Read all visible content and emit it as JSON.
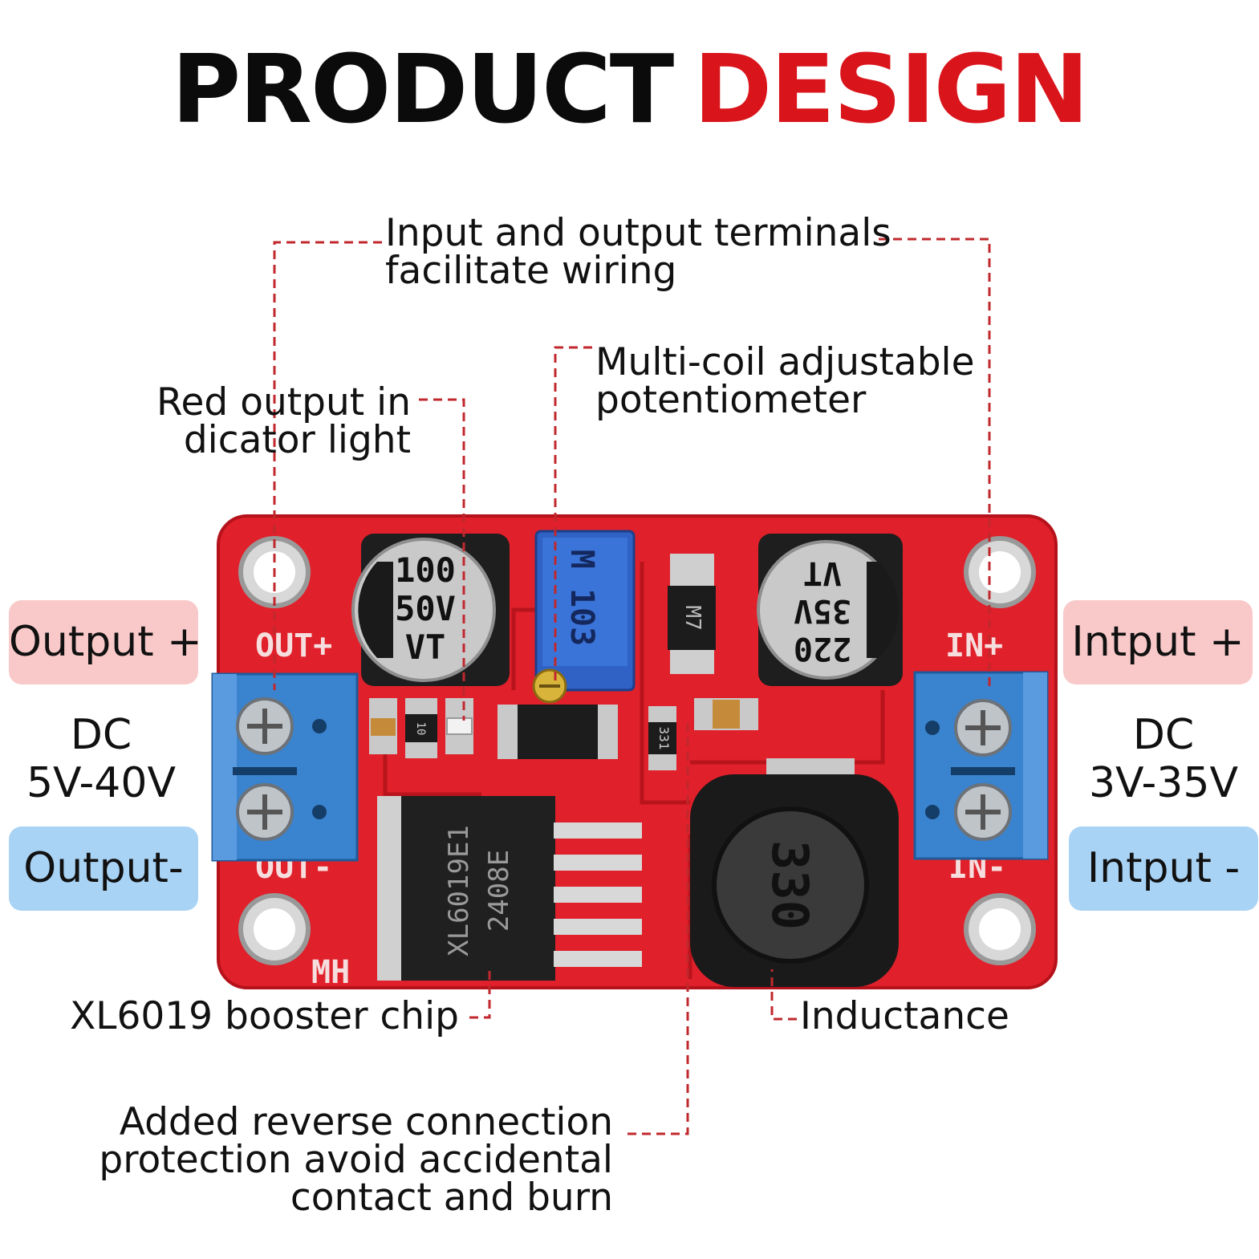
{
  "title": {
    "part1": "PRODUCT",
    "part2": "DESIGN"
  },
  "colors": {
    "title_dark": "#0b0b0b",
    "title_accent": "#d9141b",
    "leader_line": "#c0282d",
    "pcb": "#e0202a",
    "terminal_blue": "#3a83cf",
    "pill_output_plus": "#f9c9c9",
    "pill_output_minus": "#a9d3f5"
  },
  "callouts": {
    "terminals": {
      "line1": "Input and output terminals",
      "line2": "facilitate wiring"
    },
    "potentiometer": {
      "line1": "Multi-coil adjustable",
      "line2": "potentiometer"
    },
    "indicator": {
      "line1": "Red output in",
      "line2": "dicator light"
    },
    "chip": "XL6019 booster chip",
    "inductance": "Inductance",
    "protection": {
      "line1": "Added reverse connection",
      "line2": "protection avoid accidental",
      "line3": "contact and burn"
    }
  },
  "left_side": {
    "output_plus": "Output +",
    "output_minus": "Output-",
    "dc_label": "DC",
    "dc_range": "5V-40V"
  },
  "right_side": {
    "input_plus": "Intput +",
    "input_minus": "Intput -",
    "dc_label": "DC",
    "dc_range": "3V-35V"
  },
  "board": {
    "cap_left": [
      "100",
      "50V",
      "VT"
    ],
    "cap_right": [
      "220",
      "35V",
      "VT"
    ],
    "pot_marking": "M 103",
    "diode_marking": "M7",
    "chip_marking": [
      "XL6019E1",
      "2408E"
    ],
    "inductor_marking": "330",
    "resistor_marking": "331",
    "resistor_small": "10",
    "silk_out_plus": "OUT+",
    "silk_out_minus": "OUT-",
    "silk_in_plus": "IN+",
    "silk_in_minus": "IN-",
    "silk_mh": "MH"
  }
}
